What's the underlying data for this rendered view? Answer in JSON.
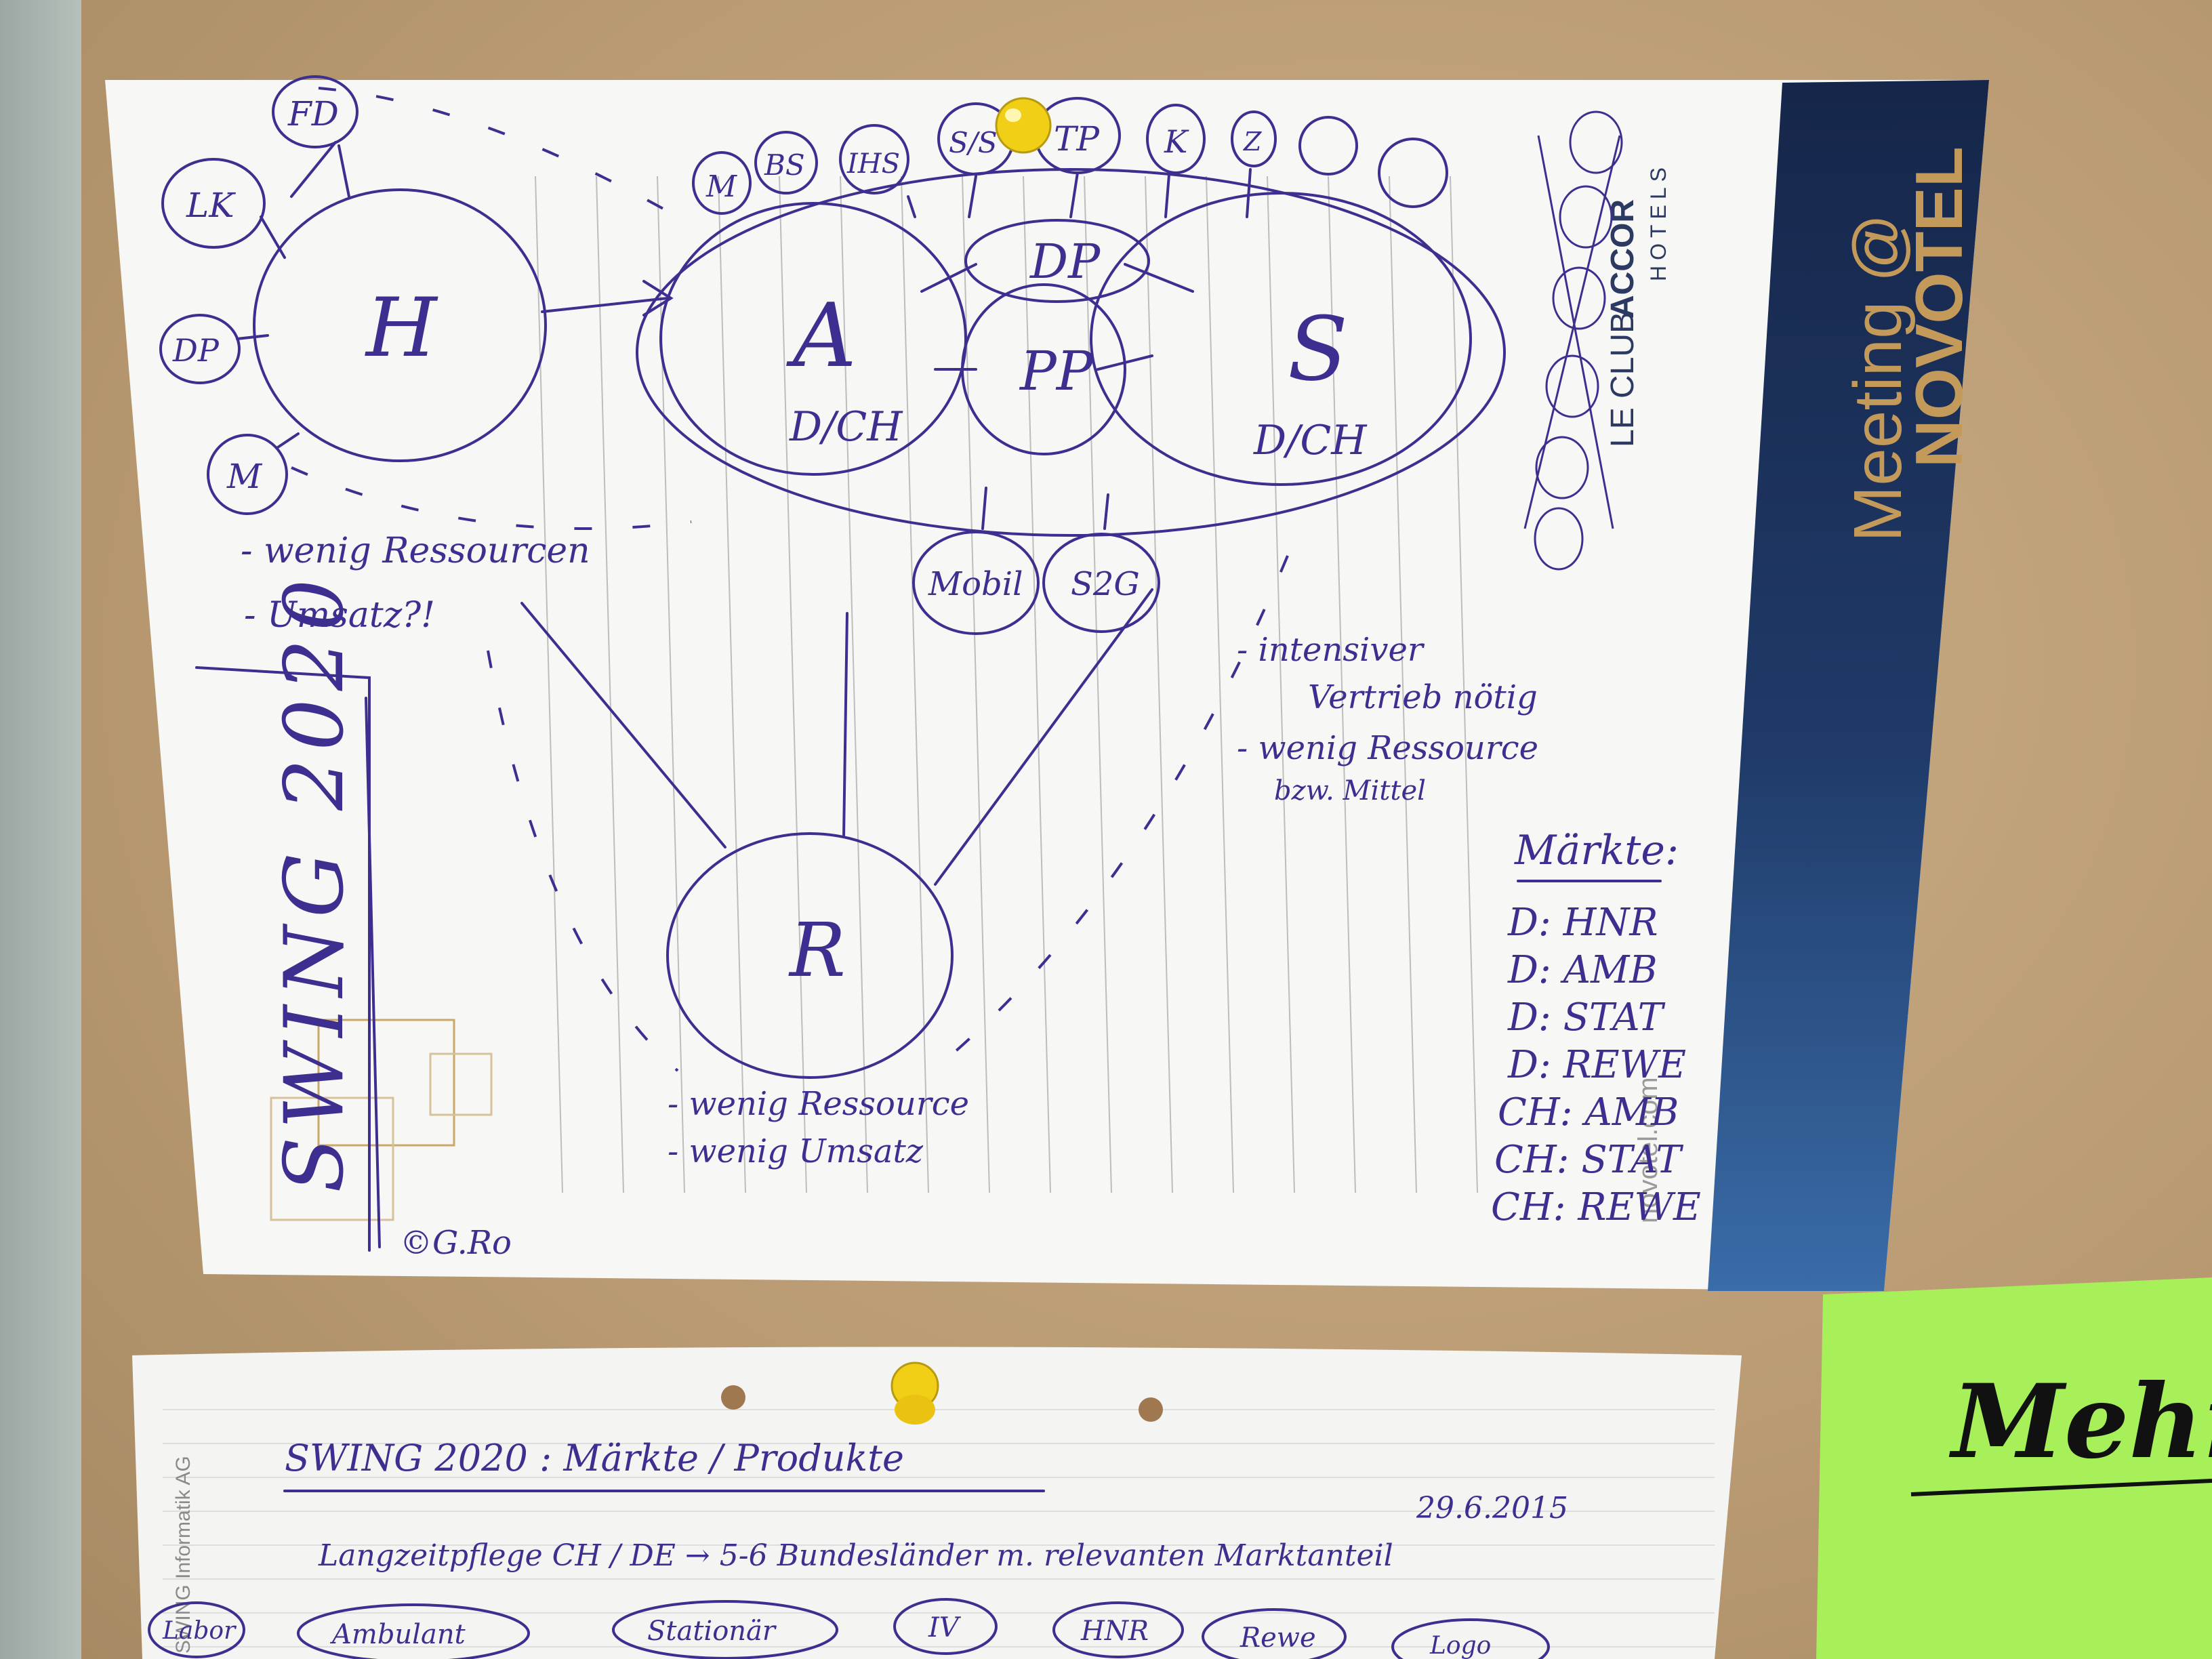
{
  "sheet": {
    "brand_primary": "Meeting @",
    "brand_secondary": "NOVOTEL",
    "club_name": "LE CLUB",
    "club_accor": "ACCOR",
    "club_hotels": "HOTELS",
    "website": "novotel.com",
    "side_title": "SWING 2020",
    "copyright": "©G.Ro"
  },
  "diagram": {
    "hub_h": "H",
    "hub_a": "A",
    "hub_a_sub": "D/CH",
    "hub_s": "S",
    "hub_s_sub": "D/CH",
    "hub_dp": "DP",
    "hub_pp": "PP",
    "hub_r": "R",
    "satellites_h": [
      "FD",
      "LK",
      "DP",
      "M"
    ],
    "satellites_top": [
      "M",
      "BS",
      "IHS",
      "S/S",
      "TP",
      "K",
      "Z"
    ],
    "bottom_nodes": [
      "Mobil",
      "S2G"
    ],
    "notes_h": [
      "- wenig Ressourcen",
      "- Umsatz?!"
    ],
    "notes_s": [
      "- intensiver",
      "Vertrieb nötig",
      "- wenig Ressource",
      "bzw. Mittel"
    ],
    "notes_r": [
      "- wenig Ressource",
      "- wenig Umsatz"
    ]
  },
  "markets": {
    "title": "Märkte:",
    "items": [
      "D: HNR",
      "D: AMB",
      "D: STAT",
      "D: REWE",
      "CH: AMB",
      "CH: STAT",
      "CH: REWE"
    ]
  },
  "second_sheet": {
    "heading": "SWING 2020 : Märkte / Produkte",
    "date": "29.6.2015",
    "line": "Langzeitpflege CH / DE → 5-6 Bundesländer m. relevanten Marktanteil",
    "side_text": "SWING Informatik AG",
    "chips": [
      "Labor",
      "Ambulant",
      "Stationär",
      "IV",
      "HNR",
      "Rewe",
      "Logo"
    ]
  },
  "sticky": {
    "text": "Mehrsp",
    "color": "#a8f05a"
  },
  "colors": {
    "ink": "#3d2f8f",
    "novotel_navy": "#1d2f55",
    "novotel_gold": "#c39a5a",
    "pin_yellow": "#f2cf17"
  }
}
